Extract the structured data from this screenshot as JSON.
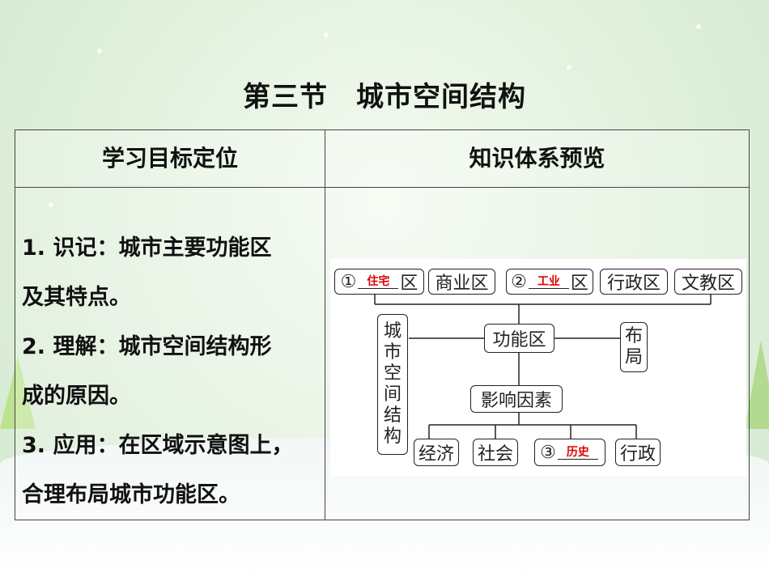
{
  "title": "第三节　城市空间结构",
  "table": {
    "header_left": "学习目标定位",
    "header_right": "知识体系预览",
    "objectives": [
      "1. 识记：城市主要功能区",
      "及其特点。",
      "2. 理解：城市空间结构形",
      "成的原因。",
      "3. 应用：在区域示意图上，",
      "合理布局城市功能区。"
    ]
  },
  "diagram": {
    "top_boxes": {
      "b1_num": "①",
      "b1_blank": "住宅",
      "b1_suffix": "区",
      "b2": "商业区",
      "b3_num": "②",
      "b3_blank": "工业",
      "b3_suffix": "区",
      "b4": "行政区",
      "b5": "文教区"
    },
    "left_vertical": [
      "城",
      "市",
      "空",
      "间",
      "结",
      "构"
    ],
    "center": "功能区",
    "right_vertical": [
      "布",
      "局"
    ],
    "factors": "影响因素",
    "bottom_boxes": {
      "c1": "经济",
      "c2": "社会",
      "c3_num": "③",
      "c3_blank": "历史",
      "c4": "行政"
    }
  }
}
